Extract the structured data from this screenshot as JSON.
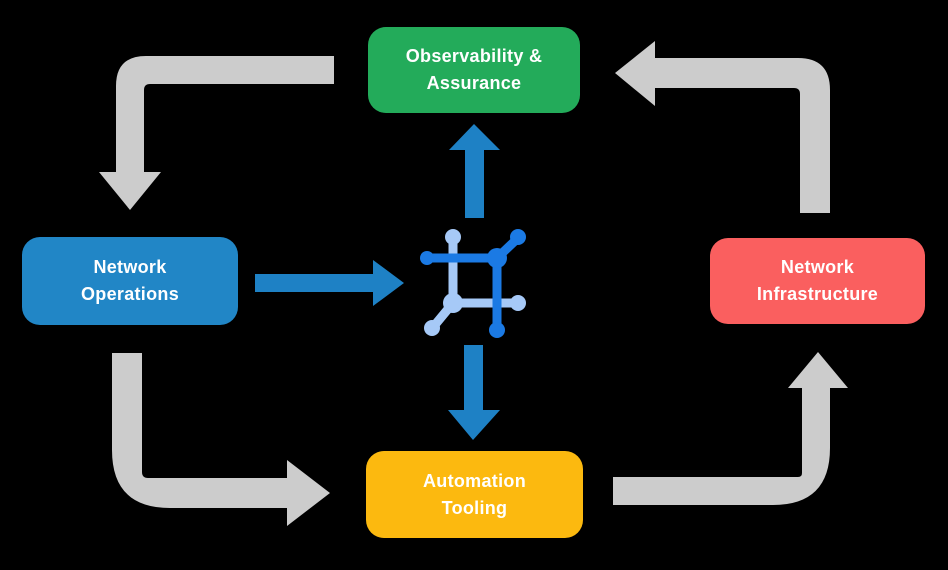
{
  "diagram": {
    "title": "Network automation closed-loop diagram",
    "center_icon": "network-mesh-icon"
  },
  "nodes": {
    "observability": {
      "label": "Observability &\nAssurance"
    },
    "operations": {
      "label": "Network\nOperations"
    },
    "infrastructure": {
      "label": "Network\nInfrastructure"
    },
    "automation": {
      "label": "Automation\nTooling"
    }
  },
  "flows": [
    {
      "from": "Observability & Assurance",
      "to": "Network Operations",
      "style": "gray-elbow"
    },
    {
      "from": "Network Operations",
      "to": "Automation Tooling",
      "style": "gray-elbow"
    },
    {
      "from": "Automation Tooling",
      "to": "Network Infrastructure",
      "style": "gray-elbow"
    },
    {
      "from": "Network Infrastructure",
      "to": "Observability & Assurance",
      "style": "gray-elbow"
    },
    {
      "from": "Network Operations",
      "to": "center-icon",
      "style": "blue-straight"
    },
    {
      "from": "center-icon",
      "to": "Observability & Assurance",
      "style": "blue-straight"
    },
    {
      "from": "center-icon",
      "to": "Automation Tooling",
      "style": "blue-straight"
    }
  ],
  "colors": {
    "background": "#000000",
    "node_observability": "#23AB5A",
    "node_operations": "#2186C6",
    "node_infrastructure": "#FA5F5F",
    "node_automation": "#FCB90F",
    "arrow_gray": "#CCCCCC",
    "arrow_blue": "#1E81C5",
    "icon_dark_blue": "#1B7AE4",
    "icon_light_blue": "#A6C9F7",
    "label_text": "#FFFFFF"
  }
}
